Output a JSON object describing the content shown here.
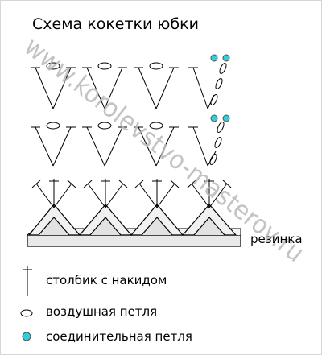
{
  "title": "Схема кокетки юбки",
  "band_label": "резинка",
  "watermark": "www.korolevstvo-masterov.ru",
  "legend": [
    {
      "symbol": "treble-crochet-symbol",
      "text": "столбик с накидом"
    },
    {
      "symbol": "chain-stitch-symbol",
      "text": "воздушная петля"
    },
    {
      "symbol": "slip-stitch-symbol",
      "text": "соединительная петля"
    }
  ],
  "colors": {
    "slip_stitch": "#2fd0d8",
    "band_fill": "#e8e8e8",
    "watermark": "#b9b9b9"
  }
}
